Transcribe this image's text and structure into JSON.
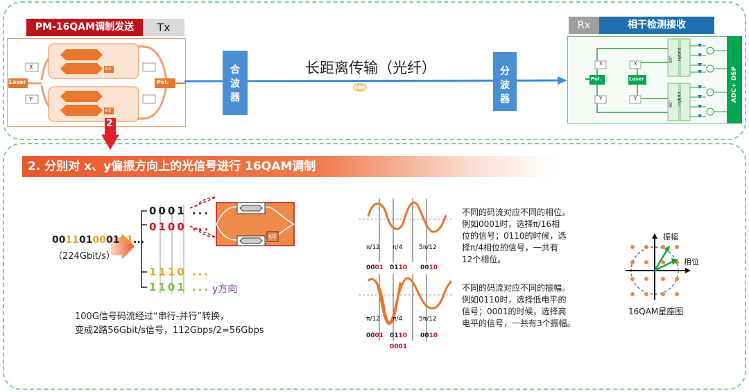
{
  "tx": {
    "title": "PM-16QAM调制发送",
    "tag": "Tx"
  },
  "rx": {
    "tag": "Rx",
    "title": "相干检测接收",
    "dsp": "ADC+ DSP"
  },
  "combiner": "合波器",
  "splitter": "分波器",
  "transmission": "长距离传输（光纤）",
  "tx_module": {
    "laser": "Laser",
    "pol": "Pol.",
    "x": "X",
    "y": "Y",
    "pi2_top": "π/2",
    "pi2_bottom": "π/2"
  },
  "rx_module": {
    "pol": "Pol.",
    "laser": "Laser",
    "x_top": "X",
    "x_mid": "X",
    "y_mid": "Y",
    "y_bot": "Y",
    "deg90_a": "90°",
    "deg90_b": "90°",
    "hybrid_a": "Hybrid",
    "hybrid_b": "Hybrid"
  },
  "step_marker": "2",
  "stage_title": "2. 分别对 x、y偏振方向上的光信号进行  16QAM调制",
  "serial": {
    "bits": [
      {
        "t": "0",
        "c": "#222"
      },
      {
        "t": "0",
        "c": "#222"
      },
      {
        "t": "1",
        "c": "#f0a020"
      },
      {
        "t": "1",
        "c": "#f0a020"
      },
      {
        "t": "0",
        "c": "#222"
      },
      {
        "t": "1",
        "c": "#222"
      },
      {
        "t": "0",
        "c": "#f0a020"
      },
      {
        "t": "0",
        "c": "#f0a020"
      },
      {
        "t": "0",
        "c": "#222"
      },
      {
        "t": "1",
        "c": "#222"
      },
      {
        "t": "0",
        "c": "#f0a020"
      },
      {
        "t": "1",
        "c": "#f0a020"
      }
    ],
    "ellipsis": "...",
    "rate": "（224Gbit/s）"
  },
  "parallel": [
    {
      "bits": "0001",
      "suffix": "...",
      "color": "#222"
    },
    {
      "bits": "0100",
      "suffix": "...",
      "color": "#d8121a"
    },
    {
      "bits": "1110",
      "suffix": "...",
      "color": "#f0a020"
    },
    {
      "bits": "1101",
      "suffix": "...",
      "color": "#7cc242",
      "label": "y方向",
      "label_color": "#7a3fb0"
    }
  ],
  "modulator": {
    "pi2": "π/2"
  },
  "conversion_note": [
    "100G信号码流经过“串行-并行”转换，",
    "变成2路56Gbit/s信号，112Gbps/2=56Gbps"
  ],
  "phase_panel": {
    "labels": [
      "π/12",
      "π/4",
      "5π/12"
    ],
    "codes": [
      {
        "a": "00",
        "b": "01"
      },
      {
        "a": "01",
        "b": "10"
      },
      {
        "a": "00",
        "b": "10"
      }
    ],
    "text": [
      "不同的码流对应不同的相位。",
      "例如0001时，选择π/16相",
      "位的信号；0110的时候，选",
      "择π/4相位的信号，一共有",
      "12个相位。"
    ]
  },
  "amp_panel": {
    "labels": [
      "π/12",
      "π/4",
      "5π/12"
    ],
    "codes": [
      {
        "a": "00",
        "b": "01"
      },
      {
        "a": "01",
        "b": "10"
      },
      {
        "a": "00",
        "b": "10"
      }
    ],
    "bottom_code": "0001",
    "text": [
      "不同的码流对应不同的振幅。",
      "例如0110时，选择低电平的",
      "信号；0001的时候，选择高",
      "电平的信号，一共有3个振幅。"
    ]
  },
  "constellation": {
    "amp_label": "振幅",
    "phase_label": "相位",
    "caption": "16QAM星座图"
  },
  "colors": {
    "red": "#c0121a",
    "blue": "#1f6fb0",
    "orange": "#e8762c",
    "green": "#00a651",
    "light_blue": "#4a8fd4"
  }
}
